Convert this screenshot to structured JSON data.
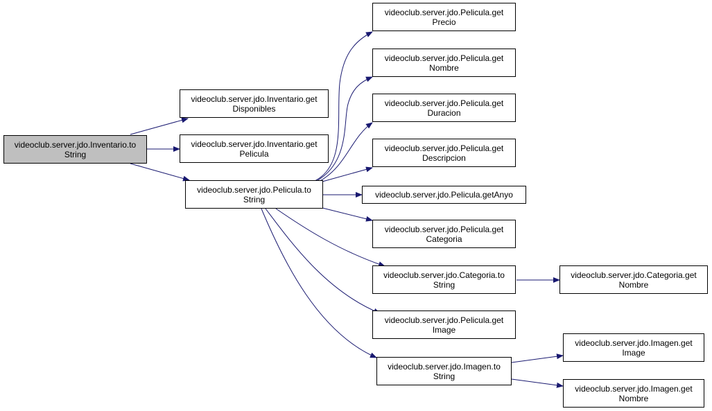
{
  "colors": {
    "edge": "#191970",
    "root_fill": "#bfbfbf",
    "node_fill": "#ffffff",
    "border": "#000000"
  },
  "nodes": {
    "inventario_tostring": {
      "line1": "videoclub.server.jdo.Inventario.to",
      "line2": "String"
    },
    "inventario_getdisponibles": {
      "line1": "videoclub.server.jdo.Inventario.get",
      "line2": "Disponibles"
    },
    "inventario_getpelicula": {
      "line1": "videoclub.server.jdo.Inventario.get",
      "line2": "Pelicula"
    },
    "pelicula_tostring": {
      "line1": "videoclub.server.jdo.Pelicula.to",
      "line2": "String"
    },
    "pelicula_getprecio": {
      "line1": "videoclub.server.jdo.Pelicula.get",
      "line2": "Precio"
    },
    "pelicula_getnombre": {
      "line1": "videoclub.server.jdo.Pelicula.get",
      "line2": "Nombre"
    },
    "pelicula_getduracion": {
      "line1": "videoclub.server.jdo.Pelicula.get",
      "line2": "Duracion"
    },
    "pelicula_getdescripcion": {
      "line1": "videoclub.server.jdo.Pelicula.get",
      "line2": "Descripcion"
    },
    "pelicula_getanyo": {
      "line1": "videoclub.server.jdo.Pelicula.getAnyo",
      "line2": ""
    },
    "pelicula_getcategoria": {
      "line1": "videoclub.server.jdo.Pelicula.get",
      "line2": "Categoria"
    },
    "categoria_tostring": {
      "line1": "videoclub.server.jdo.Categoria.to",
      "line2": "String"
    },
    "categoria_getnombre": {
      "line1": "videoclub.server.jdo.Categoria.get",
      "line2": "Nombre"
    },
    "pelicula_getimage": {
      "line1": "videoclub.server.jdo.Pelicula.get",
      "line2": "Image"
    },
    "imagen_tostring": {
      "line1": "videoclub.server.jdo.Imagen.to",
      "line2": "String"
    },
    "imagen_getimage": {
      "line1": "videoclub.server.jdo.Imagen.get",
      "line2": "Image"
    },
    "imagen_getnombre": {
      "line1": "videoclub.server.jdo.Imagen.get",
      "line2": "Nombre"
    }
  },
  "edges": [
    {
      "from": "inventario_tostring",
      "to": "inventario_getdisponibles"
    },
    {
      "from": "inventario_tostring",
      "to": "inventario_getpelicula"
    },
    {
      "from": "inventario_tostring",
      "to": "pelicula_tostring"
    },
    {
      "from": "pelicula_tostring",
      "to": "pelicula_getprecio"
    },
    {
      "from": "pelicula_tostring",
      "to": "pelicula_getnombre"
    },
    {
      "from": "pelicula_tostring",
      "to": "pelicula_getduracion"
    },
    {
      "from": "pelicula_tostring",
      "to": "pelicula_getdescripcion"
    },
    {
      "from": "pelicula_tostring",
      "to": "pelicula_getanyo"
    },
    {
      "from": "pelicula_tostring",
      "to": "pelicula_getcategoria"
    },
    {
      "from": "pelicula_tostring",
      "to": "categoria_tostring"
    },
    {
      "from": "pelicula_tostring",
      "to": "pelicula_getimage"
    },
    {
      "from": "pelicula_tostring",
      "to": "imagen_tostring"
    },
    {
      "from": "categoria_tostring",
      "to": "categoria_getnombre"
    },
    {
      "from": "imagen_tostring",
      "to": "imagen_getimage"
    },
    {
      "from": "imagen_tostring",
      "to": "imagen_getnombre"
    }
  ]
}
